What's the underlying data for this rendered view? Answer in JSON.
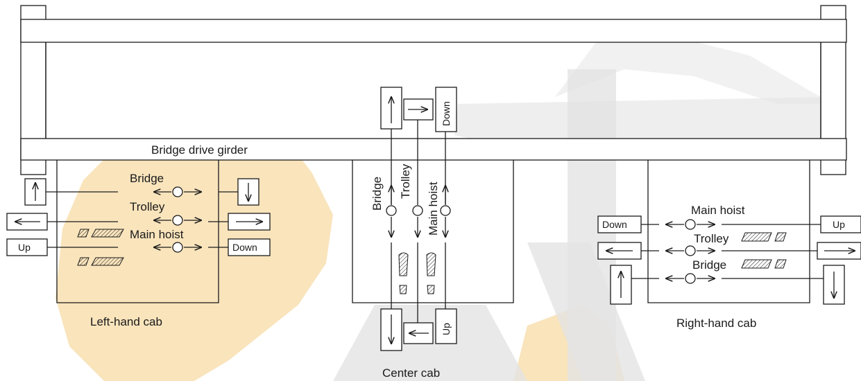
{
  "girder_label": "Bridge drive girder",
  "left_cab": {
    "caption": "Left-hand cab",
    "controls": [
      "Bridge",
      "Trolley",
      "Main hoist"
    ],
    "up": "Up",
    "down": "Down"
  },
  "center_cab": {
    "caption": "Center cab",
    "controls": [
      "Bridge",
      "Trolley",
      "Main hoist"
    ],
    "down_top": "Down",
    "up_bottom": "Up"
  },
  "right_cab": {
    "caption": "Right-hand cab",
    "controls": [
      "Main hoist",
      "Trolley",
      "Bridge"
    ],
    "down": "Down",
    "up": "Up"
  },
  "colors": {
    "watermark_orange": "#f7d9a0",
    "watermark_gray": "#e3e3e3",
    "ink": "#1a1a1a"
  }
}
